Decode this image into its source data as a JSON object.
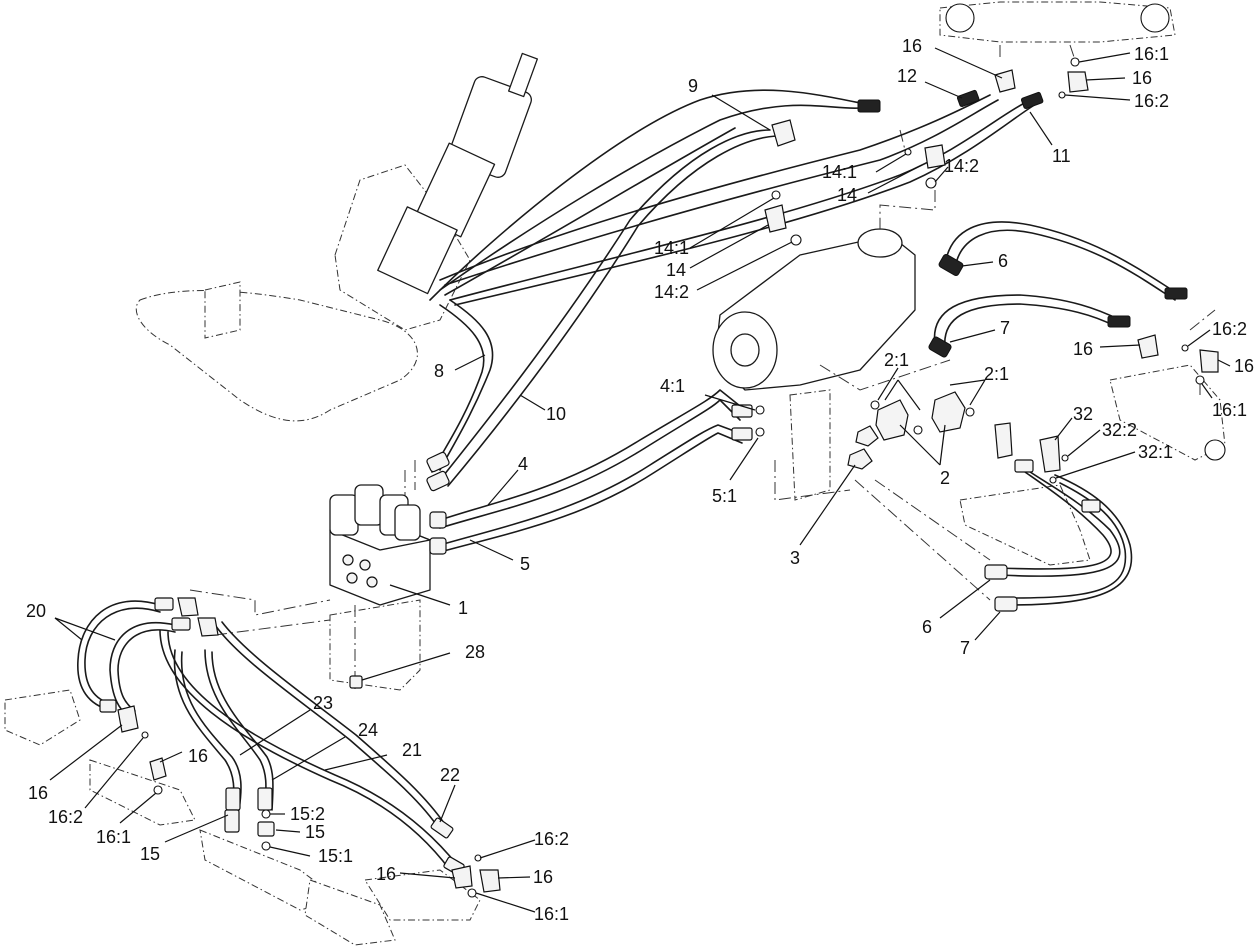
{
  "callouts": {
    "c1": "1",
    "c2a": "2",
    "c2b": "2",
    "c21a": "2:1",
    "c21b": "2:1",
    "c3": "3",
    "c4": "4",
    "c41": "4:1",
    "c5": "5",
    "c51": "5:1",
    "c6a": "6",
    "c6b": "6",
    "c7a": "7",
    "c7b": "7",
    "c8": "8",
    "c9": "9",
    "c10": "10",
    "c11": "11",
    "c12": "12",
    "c14a": "14",
    "c14b": "14",
    "c141a": "14:1",
    "c141b": "14:1",
    "c142a": "14:2",
    "c142b": "14:2",
    "c15a": "15",
    "c15b": "15",
    "c151": "15:1",
    "c152": "15:2",
    "c16a": "16",
    "c16b": "16",
    "c16c": "16",
    "c16d": "16",
    "c16e": "16",
    "c16f": "16",
    "c16g": "16",
    "c16h": "16",
    "c161a": "16:1",
    "c161b": "16:1",
    "c161c": "16:1",
    "c161d": "16:1",
    "c162a": "16:2",
    "c162b": "16:2",
    "c162c": "16:2",
    "c162d": "16:2",
    "c20": "20",
    "c21": "21",
    "c22": "22",
    "c23": "23",
    "c24": "24",
    "c28": "28",
    "c32": "32",
    "c321": "32:1",
    "c322": "32:2"
  }
}
